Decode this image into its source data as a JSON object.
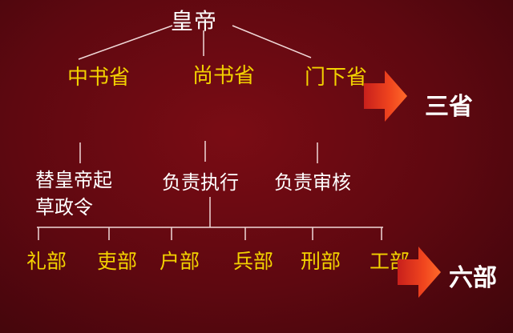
{
  "emperor": "皇帝",
  "provinces": [
    {
      "name": "中书省",
      "function": "替皇帝起草政令"
    },
    {
      "name": "尚书省",
      "function": "负责执行"
    },
    {
      "name": "门下省",
      "function": "负责审核"
    }
  ],
  "ministries": [
    "礼部",
    "吏部",
    "户部",
    "兵部",
    "刑部",
    "工部"
  ],
  "group_labels": {
    "provinces": "三省",
    "ministries": "六部"
  },
  "colors": {
    "background": "#5e0810",
    "text_yellow": "#f3d200",
    "text_white": "#ffffff",
    "arrow": "#e8391a"
  }
}
